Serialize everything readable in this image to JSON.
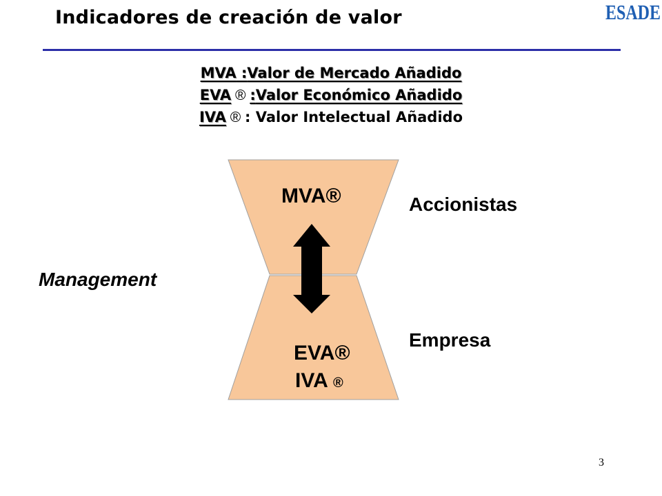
{
  "header": {
    "title": "Indicadores de creación de valor",
    "logo_text": "ESADE"
  },
  "definitions": [
    {
      "acronym": "MVA",
      "separator": " :",
      "meaning": "Valor de Mercado Añadido"
    },
    {
      "acronym": "EVA",
      "reg": " ® ",
      "separator": ":",
      "meaning": "Valor Económico Añadido"
    },
    {
      "acronym": "IVA",
      "reg": " ® ",
      "separator": ": ",
      "meaning": "Valor Intelectual Añadido"
    }
  ],
  "diagram": {
    "top_label": "MVA®",
    "bottom_label_1": "EVA®",
    "bottom_label_2": "IVA",
    "bottom_label_2_reg": "®",
    "right_top": "Accionistas",
    "right_bottom": "Empresa",
    "left": "Management",
    "shape_color": "#f8c79a",
    "arrow_color": "#000000"
  },
  "footer": {
    "page_number": "3"
  },
  "colors": {
    "rule": "#2b2ea8",
    "logo": "#1f5fb3"
  }
}
